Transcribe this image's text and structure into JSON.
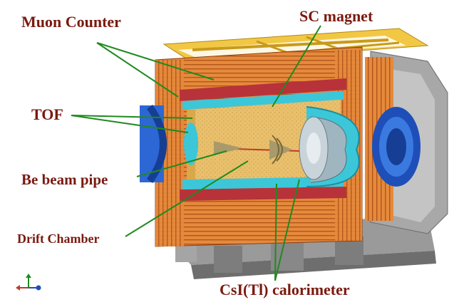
{
  "labels": {
    "muon_counter": "Muon Counter",
    "sc_magnet": "SC magnet",
    "tof": "TOF",
    "be_beam_pipe": "Be beam pipe",
    "drift_chamber": "Drift Chamber",
    "csi_calorimeter": "CsI(Tl) calorimeter"
  },
  "colors": {
    "label_text": "#7a1a10",
    "pointer_line": "#1f8a1f",
    "muon_counter": "#e07a2e",
    "yoke_frame": "#f2c744",
    "sc_magnet": "#b8323a",
    "tof": "#33c7d9",
    "drift_chamber": "#e8bf6a",
    "endcap_blue": "#2d67d6",
    "support_grey": "#8c8c8c"
  },
  "icons": [
    "axis-triad-icon"
  ]
}
